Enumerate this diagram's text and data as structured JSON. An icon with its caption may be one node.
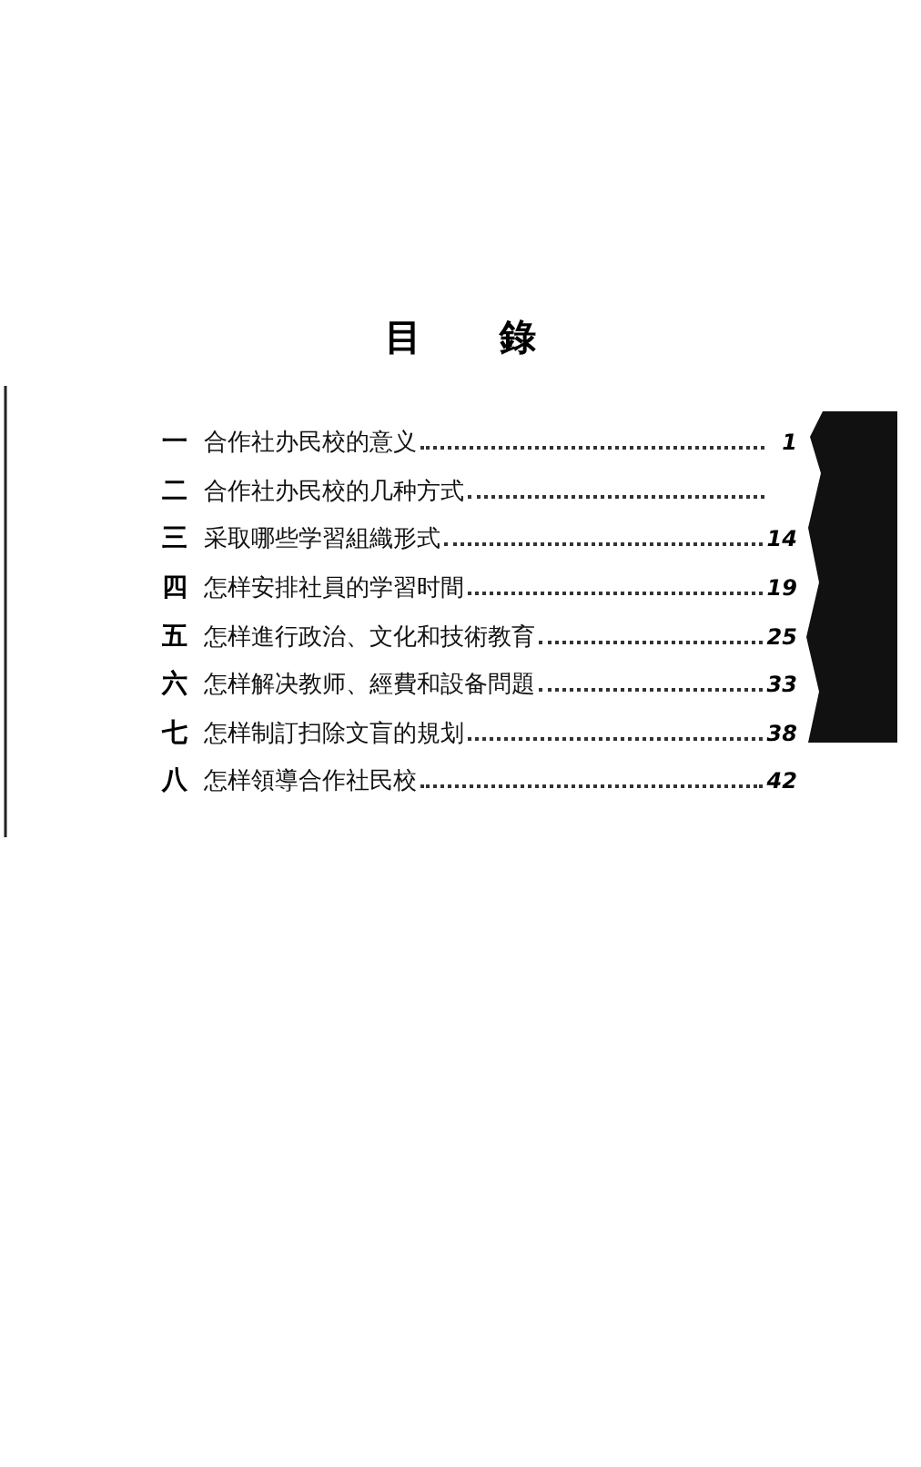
{
  "diagram": {
    "title": "目 錄",
    "labels": [
      "一",
      "合作社办民校的意义",
      "1",
      "二",
      "合作社办民校的几种方式",
      "三",
      "采取哪些学習組織形式",
      "14",
      "四",
      "怎样安排社員的学習时間",
      "19",
      "五",
      "怎样進行政治、文化和技術教育",
      "25",
      "六",
      "怎样解决教师、經費和設备問題",
      "33",
      "七",
      "怎样制訂扫除文盲的規划",
      "38",
      "八",
      "怎样領導合作社民校",
      "42"
    ]
  }
}
